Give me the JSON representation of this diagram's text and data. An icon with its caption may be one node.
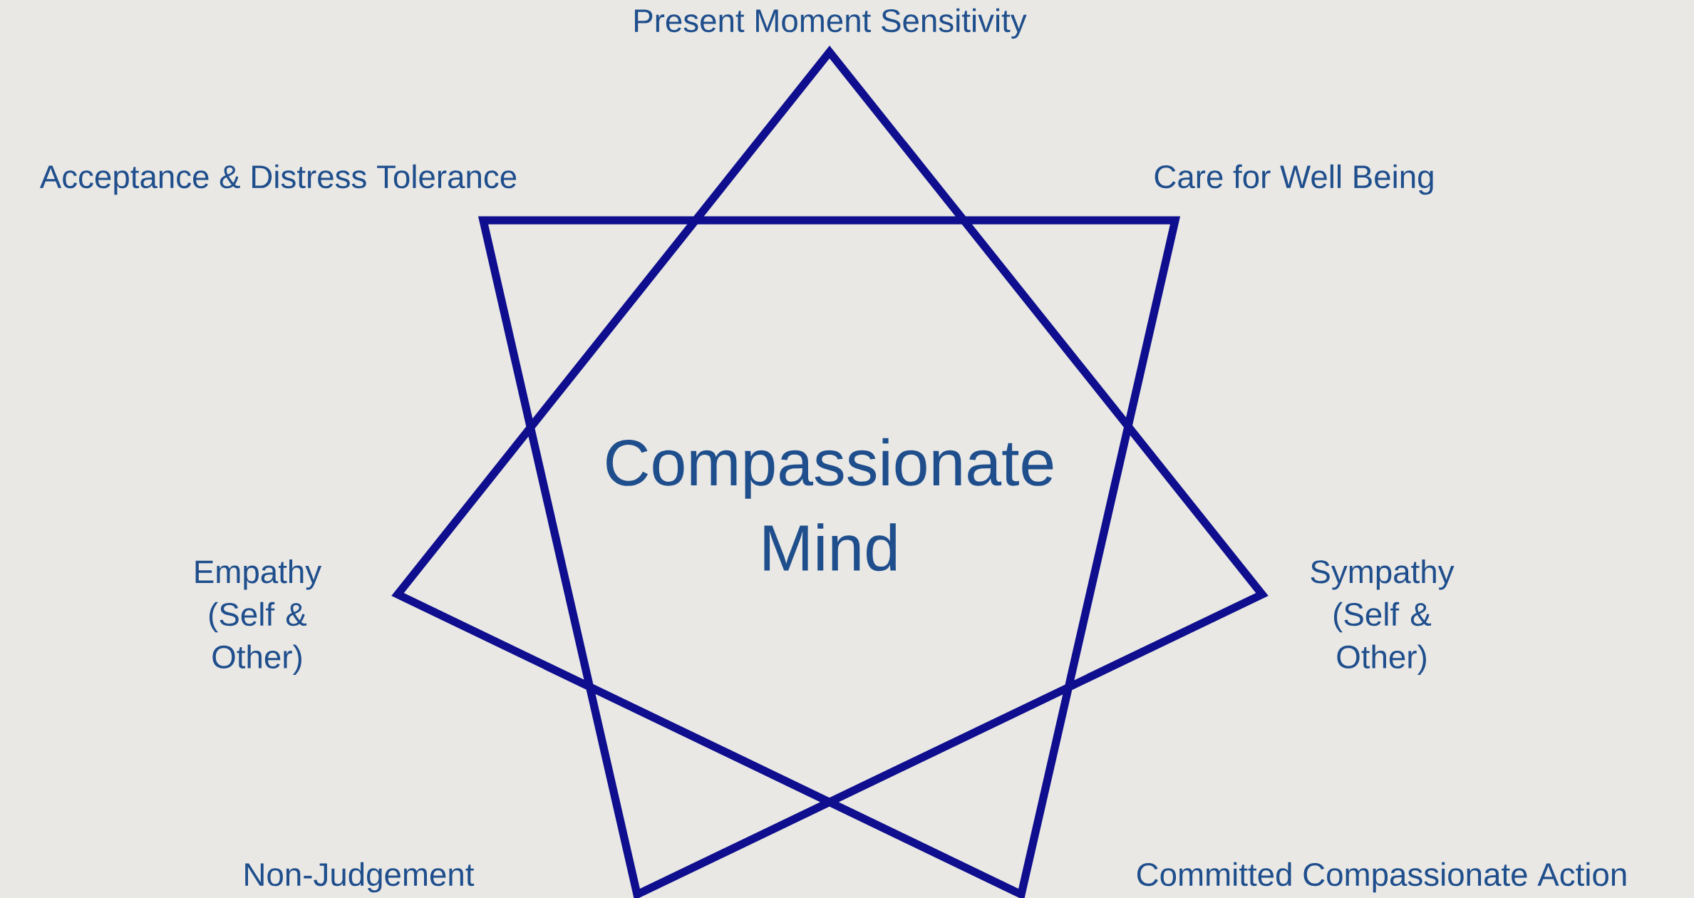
{
  "diagram": {
    "nodes": [
      {
        "text": [
          "Compassionate Mind"
        ]
      }
    ],
    "labels": [
      "Present Moment Sensitivity",
      "Acceptance & Distress Tolerance",
      "Care for Well Being",
      "Empathy (Self & Other)",
      "Sympathy (Self & Other)",
      "Non-Judgement",
      "Committed Compassionate Action"
    ]
  }
}
